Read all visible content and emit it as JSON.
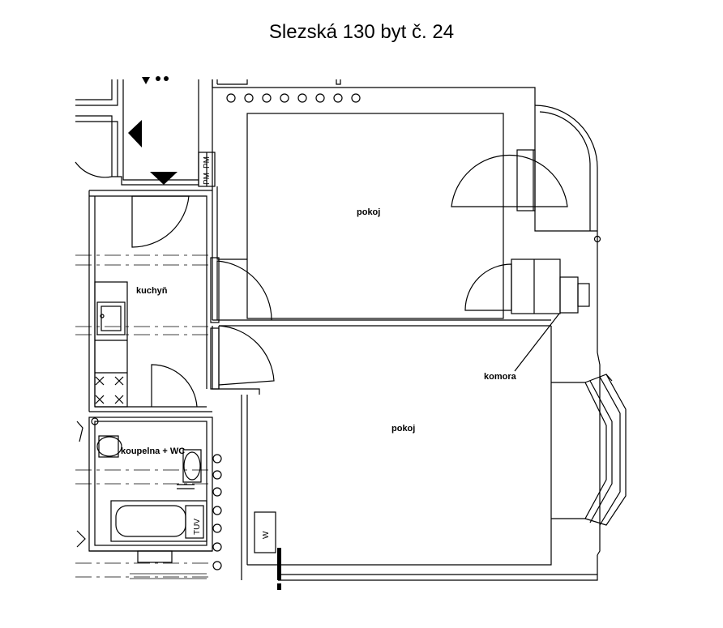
{
  "title": "Slezská 130 byt č. 24",
  "rooms": {
    "pokoj_top": "pokoj",
    "kuchyn": "kuchyň",
    "komora": "komora",
    "pokoj_bottom": "pokoj",
    "koupelna": "koupelna + WC"
  },
  "fixtures": {
    "pm1": "PM",
    "pm2": "PM",
    "tuv": "TUV",
    "w": "W"
  },
  "colors": {
    "line": "#000000",
    "background": "#ffffff"
  }
}
